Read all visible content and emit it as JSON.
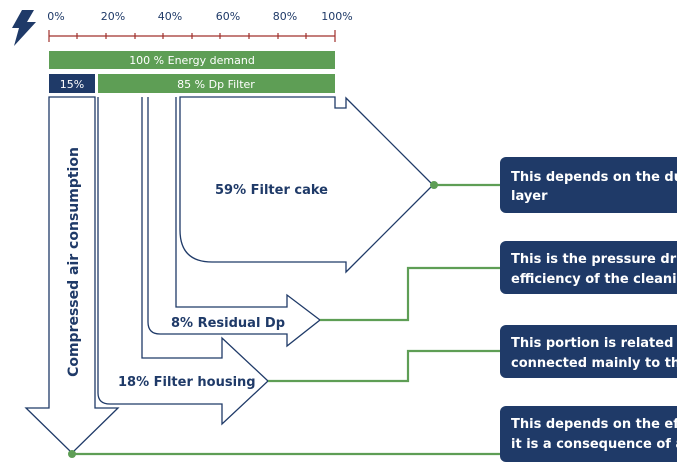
{
  "colors": {
    "navy": "#1f3a68",
    "green": "#5e9e55",
    "scale_red": "#a0302c",
    "bolt": "#1f3a68"
  },
  "icon": "lightning-bolt-icon",
  "scale": {
    "ticks": [
      "0%",
      "20%",
      "40%",
      "60%",
      "80%",
      "100%"
    ]
  },
  "bars": {
    "energy_demand": "100 % Energy demand",
    "compressed_share": "15%",
    "dp_filter": "85 % Dp Filter"
  },
  "flows": {
    "compressed_air": "Compressed air consumption",
    "filter_cake": "59% Filter cake",
    "residual_dp": "8% Residual Dp",
    "filter_housing": "18% Filter housing"
  },
  "notes": [
    {
      "line1": "This depends on the du",
      "line2": "layer"
    },
    {
      "line1": "This is the pressure dr",
      "line2": "efficiency of the cleanin"
    },
    {
      "line1": "This portion is related t",
      "line2": "connected mainly to th"
    },
    {
      "line1": "This depends on the eff",
      "line2": "it is a consequence of a"
    }
  ]
}
